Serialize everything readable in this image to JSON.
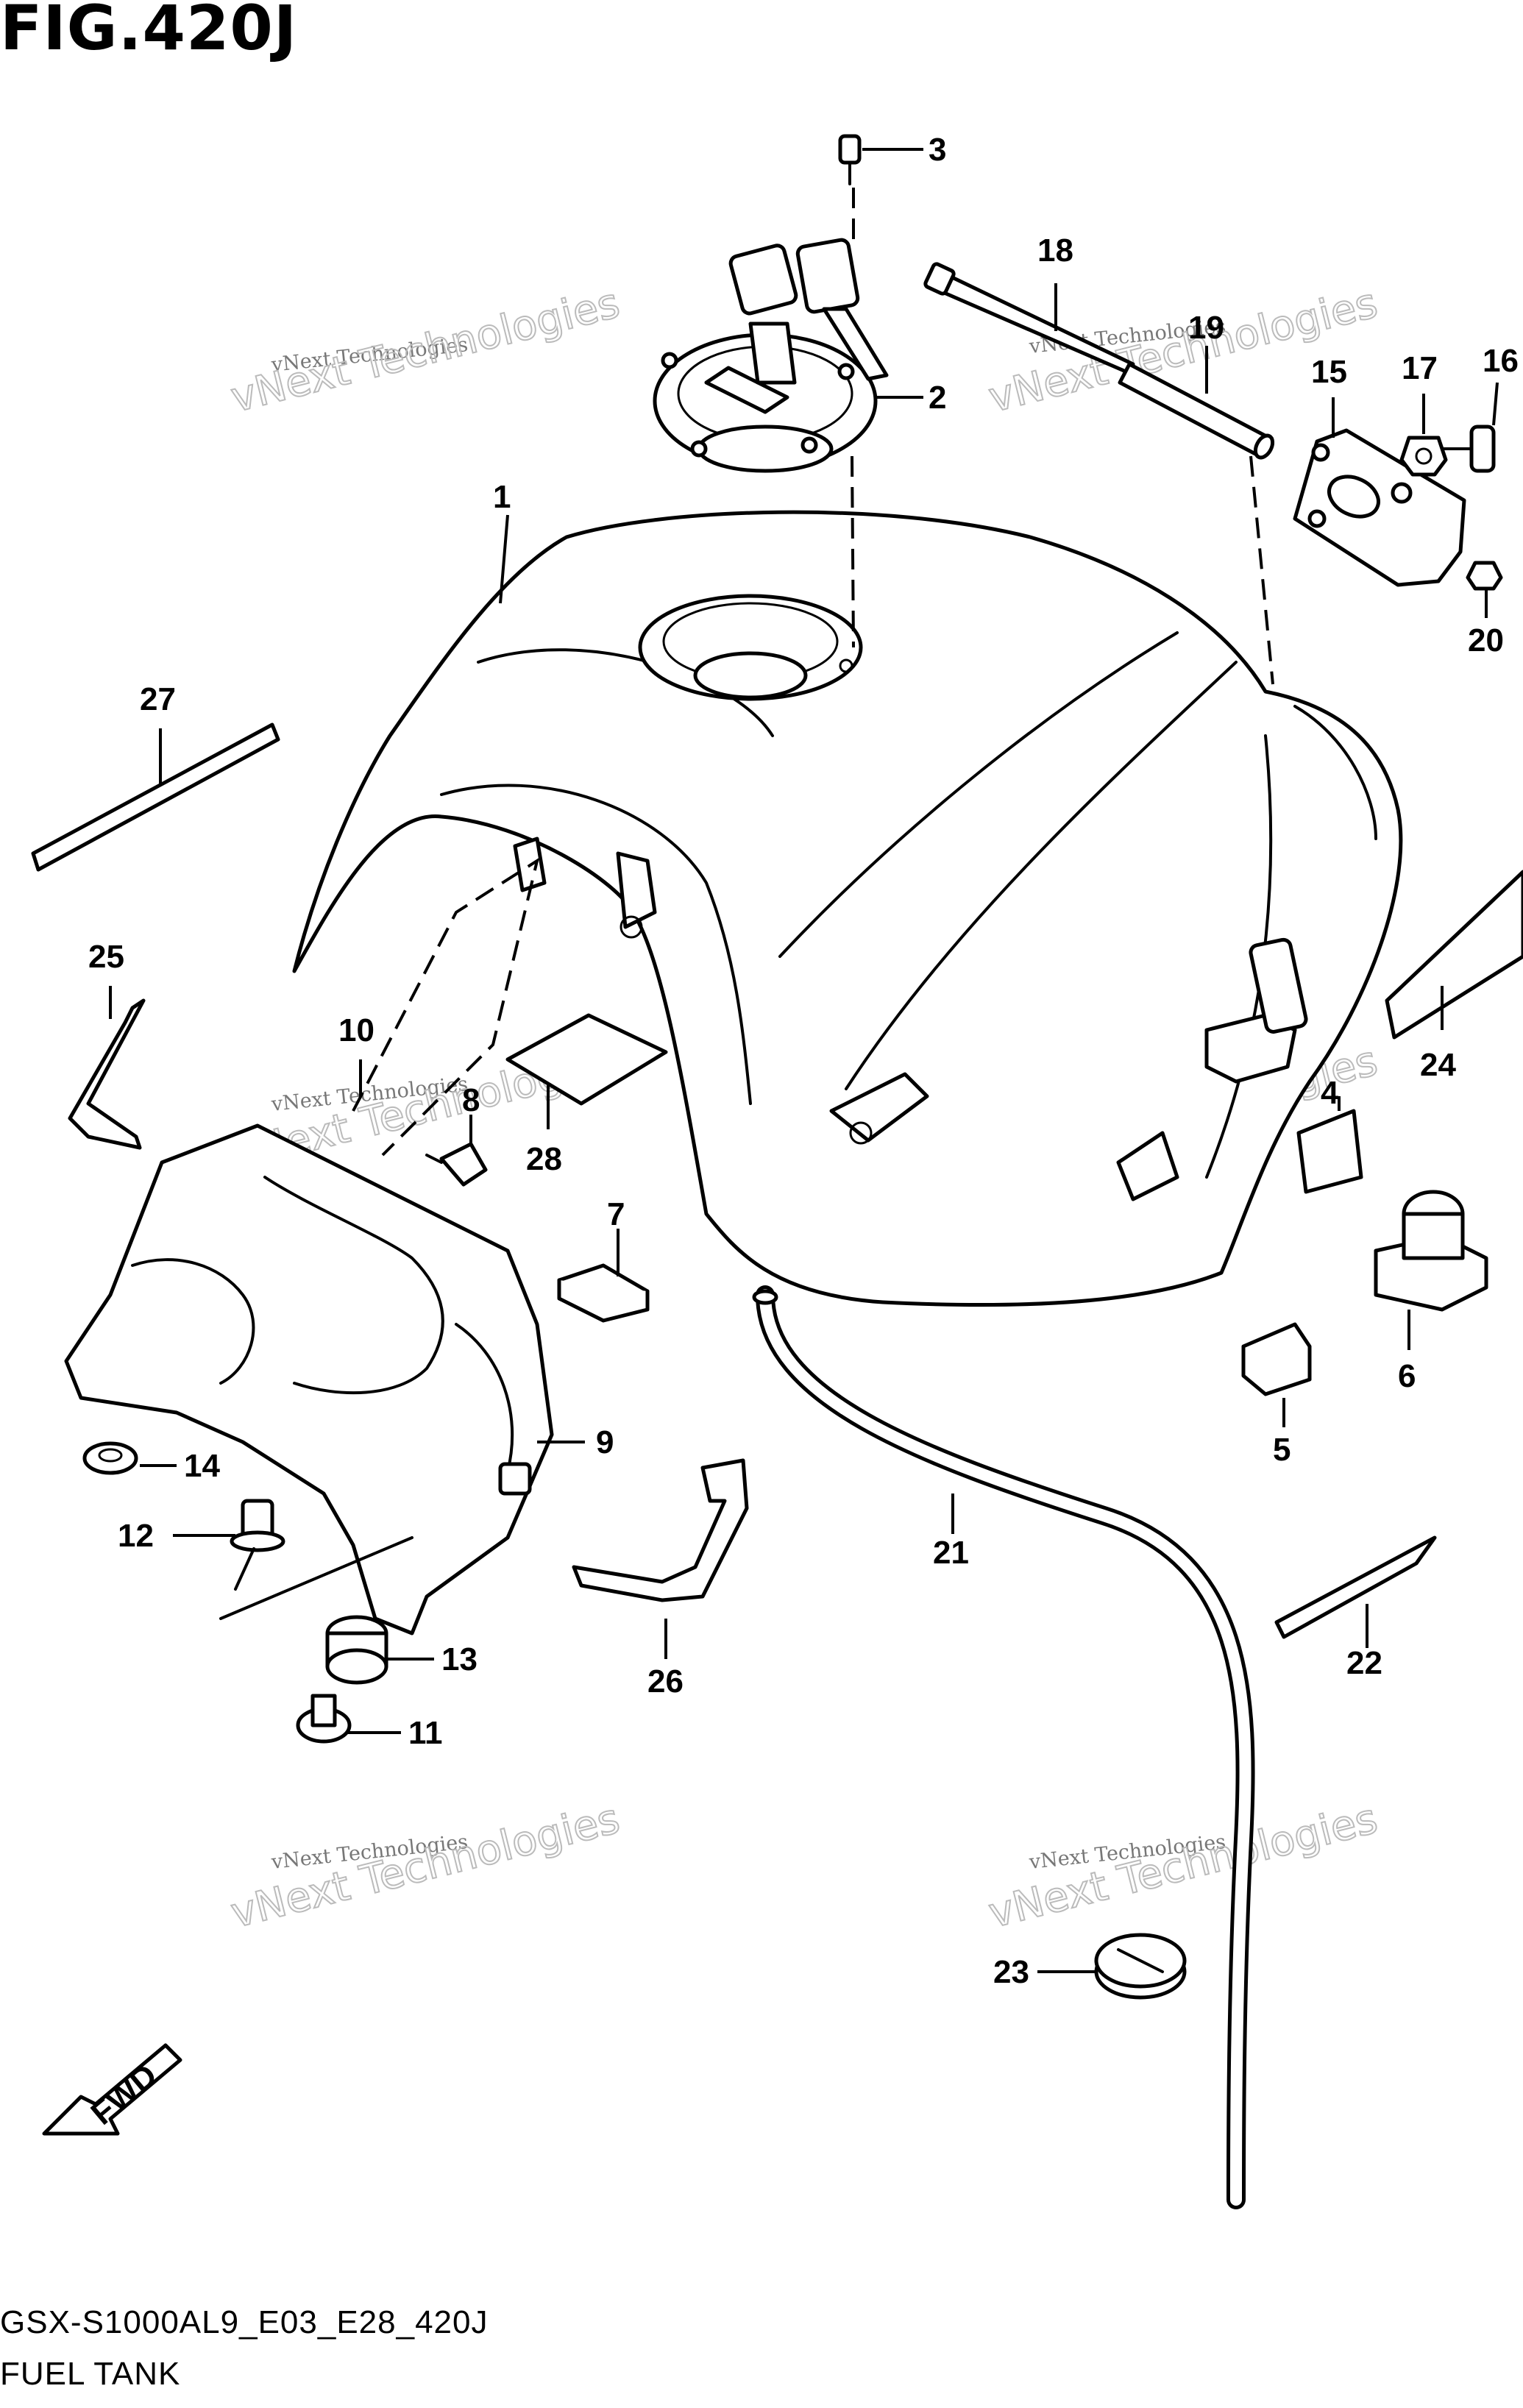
{
  "figure": {
    "title": "FIG.420J",
    "model_code": "GSX-S1000AL9_E03_E28_420J",
    "caption": "FUEL TANK",
    "fwd_label": "FWD"
  },
  "watermark": {
    "small": "vNext Technologies",
    "big": "vNext Technologies"
  },
  "callouts": [
    "1",
    "2",
    "3",
    "4",
    "5",
    "6",
    "7",
    "8",
    "9",
    "10",
    "11",
    "12",
    "13",
    "14",
    "15",
    "16",
    "17",
    "18",
    "19",
    "20",
    "21",
    "22",
    "23",
    "24",
    "25",
    "26",
    "27",
    "28"
  ]
}
